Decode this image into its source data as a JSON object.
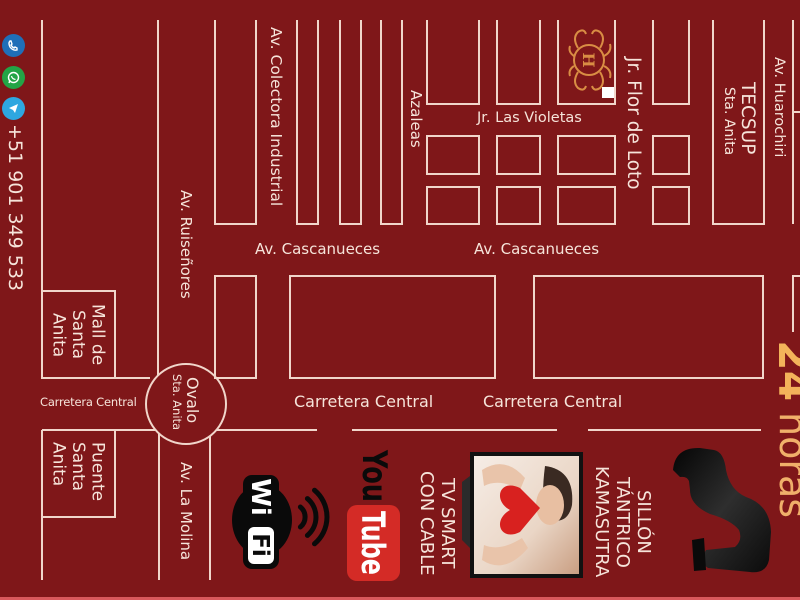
{
  "contact": {
    "phone": "+51 901 349 533",
    "icons": [
      {
        "name": "phone-icon",
        "color": "#1f6fb8"
      },
      {
        "name": "whatsapp-icon",
        "color": "#23a446"
      },
      {
        "name": "telegram-icon",
        "color": "#2ea7e0"
      }
    ]
  },
  "map": {
    "colors": {
      "background": "#7f1719",
      "lines": "#f1d6cb",
      "text": "#f6e4da",
      "accent": "#f3b35a"
    },
    "streets": {
      "colectora": "Av. Colectora Industrial",
      "azaleas": "Azaleas",
      "las_violetas": "Jr. Las Violetas",
      "flor_de_loto": "Jr. Flor de Loto",
      "huarochiri": "Av. Huarochiri",
      "ruisenores": "Av. Ruiseñores",
      "cascanueces_1": "Av. Cascanueces",
      "cascanueces_2": "Av. Cascanueces",
      "carretera_left": "Carretera Central",
      "carretera_1": "Carretera Central",
      "carretera_2": "Carretera Central",
      "la_molina": "Av. La Molina"
    },
    "landmarks": {
      "tecsup": {
        "line1": "TECSUP",
        "line2": "Sta. Anita"
      },
      "mall": {
        "line1": "Mall de",
        "line2": "Santa",
        "line3": "Anita"
      },
      "ovalo": {
        "line1": "Ovalo",
        "line2": "Sta. Anita"
      },
      "puente": {
        "line1": "Puente",
        "line2": "Santa",
        "line3": "Anita"
      },
      "hotel_logo": {
        "letter": "H",
        "icon": "hotel-logo-icon"
      }
    }
  },
  "amenities": {
    "wifi": {
      "line1": "Wi",
      "line2": "Fi",
      "icon": "wifi-icon"
    },
    "youtube": {
      "line1": "You",
      "line2": "Tube",
      "icon": "youtube-icon"
    },
    "tv": {
      "line1": "TV SMART",
      "line2": "CON CABLE",
      "icon": "tv-icon"
    },
    "sillon": {
      "line1": "SILLÓN",
      "line2": "TÁNTRICO",
      "line3": "KAMASUTRA",
      "icon": "chair-icon"
    }
  },
  "badge": {
    "number": "24",
    "unit": "horas"
  }
}
